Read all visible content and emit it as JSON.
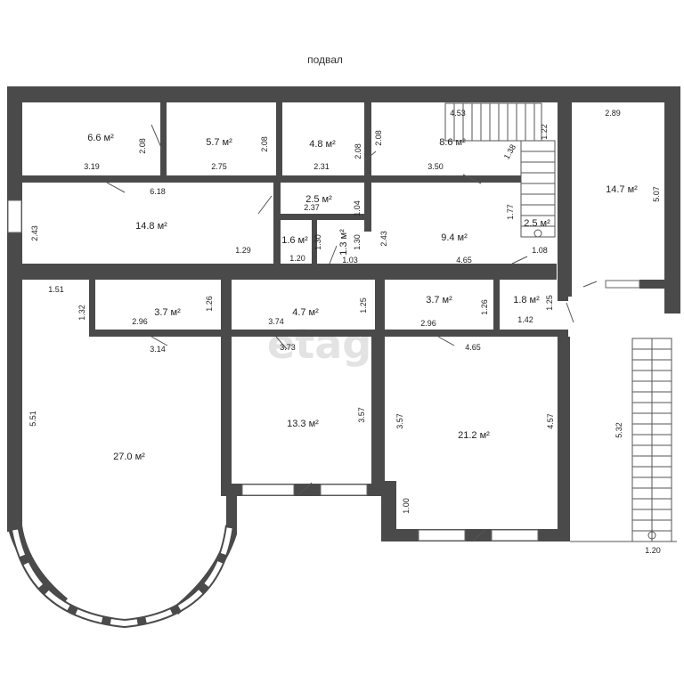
{
  "title": "подвал",
  "watermark": "etagi",
  "colors": {
    "wall": "#4a4a4a",
    "line": "#666666",
    "text": "#222222"
  },
  "rooms": {
    "r1": "6.6 м²",
    "r2": "5.7 м²",
    "r3": "4.8 м²",
    "r4": "8.6 м²",
    "r5": "14.7 м²",
    "r6": "14.8 м²",
    "r7": "2.5 м²",
    "r8": "1.6 м²",
    "r9": "1.3 м²",
    "r10": "9.4 м²",
    "r11": "2.5 м²",
    "r12": "3.7 м²",
    "r13": "4.7 м²",
    "r14": "3.7 м²",
    "r15": "1.8 м²",
    "r16": "27.0 м²",
    "r17": "13.3 м²",
    "r18": "21.2 м²"
  },
  "dims": {
    "d1": "2.08",
    "d2": "3.19",
    "d3": "2.08",
    "d4": "2.75",
    "d5": "2.08",
    "d6": "2.31",
    "d7": "2.08",
    "d8": "4.53",
    "d9": "3.50",
    "d10": "1.38",
    "d11": "1.22",
    "d12": "2.89",
    "d13": "5.07",
    "d14": "6.18",
    "d15": "2.43",
    "d16": "1.29",
    "d17": "2.37",
    "d18": "1.04",
    "d19": "1.30",
    "d20": "1.20",
    "d21": "1.30",
    "d22": "1.03",
    "d23": "2.43",
    "d24": "4.65",
    "d25": "1.77",
    "d26": "1.08",
    "d27": "1.51",
    "d28": "1.32",
    "d29": "2.96",
    "d30": "1.26",
    "d31": "3.14",
    "d32": "3.74",
    "d33": "1.25",
    "d34": "3.73",
    "d35": "2.96",
    "d36": "1.26",
    "d37": "4.65",
    "d38": "1.42",
    "d39": "1.25",
    "d40": "5.51",
    "d41": "3.57",
    "d42": "3.57",
    "d43": "4.57",
    "d44": "1.00",
    "d45": "5.32",
    "d46": "1.20"
  }
}
